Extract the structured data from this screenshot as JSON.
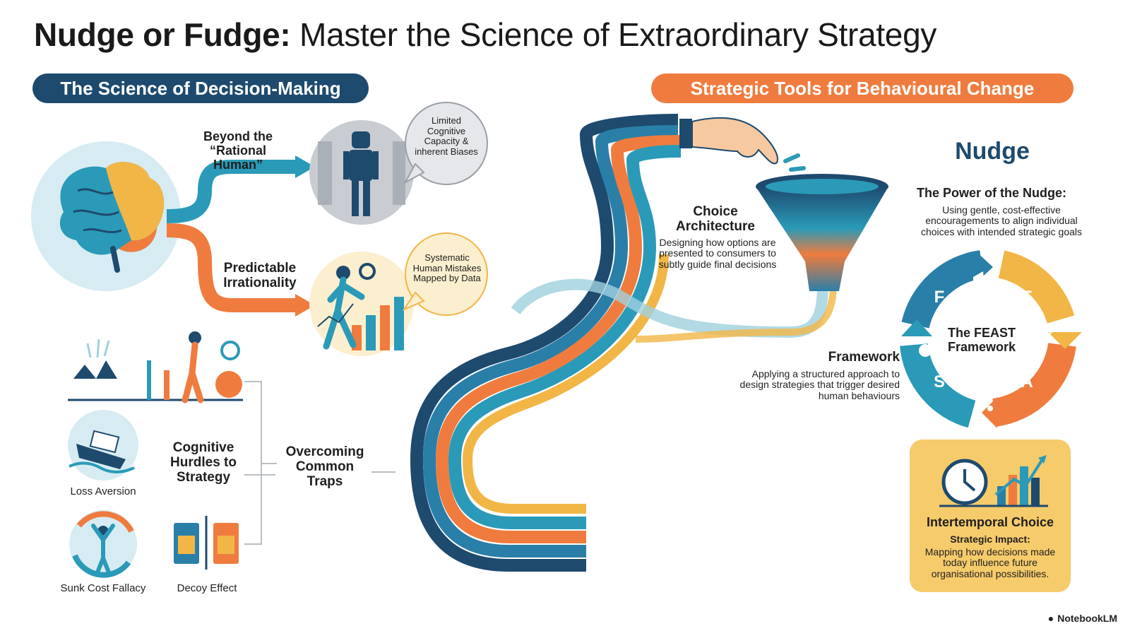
{
  "title": {
    "bold": "Nudge or Fudge:",
    "rest": "Master the Science of Extraordinary Strategy"
  },
  "left_header": "The Science of Decision-Making",
  "right_header": "Strategic Tools for Behavioural Change",
  "rational": {
    "label": "Beyond the “Rational Human”",
    "bubble": "Limited Cognitive Capacity & inherent Biases"
  },
  "irrational": {
    "label": "Predictable Irrationality",
    "bubble": "Systematic Human Mistakes Mapped by Data"
  },
  "hurdles": {
    "label": "Cognitive Hurdles to Strategy",
    "traps": "Overcoming Common Traps",
    "loss": "Loss Aversion",
    "sunk": "Sunk Cost Fallacy",
    "decoy": "Decoy Effect"
  },
  "choice": {
    "title": "Choice Architecture",
    "desc": "Designing how options are presented to consumers to subtly guide final decisions"
  },
  "nudge": {
    "title": "Nudge",
    "power_title": "The Power of the Nudge:",
    "power_desc": "Using gentle, cost-effective encouragements to align individual choices with intended strategic goals"
  },
  "feast": {
    "center": "The FEAST Framework",
    "letters": [
      "F",
      "E",
      "A",
      "S"
    ],
    "colors": {
      "blue": "#2a7fa8",
      "orange": "#ef7c3e",
      "yellow": "#f2b646"
    }
  },
  "framework": {
    "title": "Framework",
    "desc": "Applying a structured approach to design strategies that trigger desired human behaviours"
  },
  "intertemporal": {
    "title": "Intertemporal Choice",
    "impact_title": "Strategic Impact:",
    "impact_desc": "Mapping how decisions made today influence future organisational possibilities."
  },
  "brand": "NotebookLM"
}
